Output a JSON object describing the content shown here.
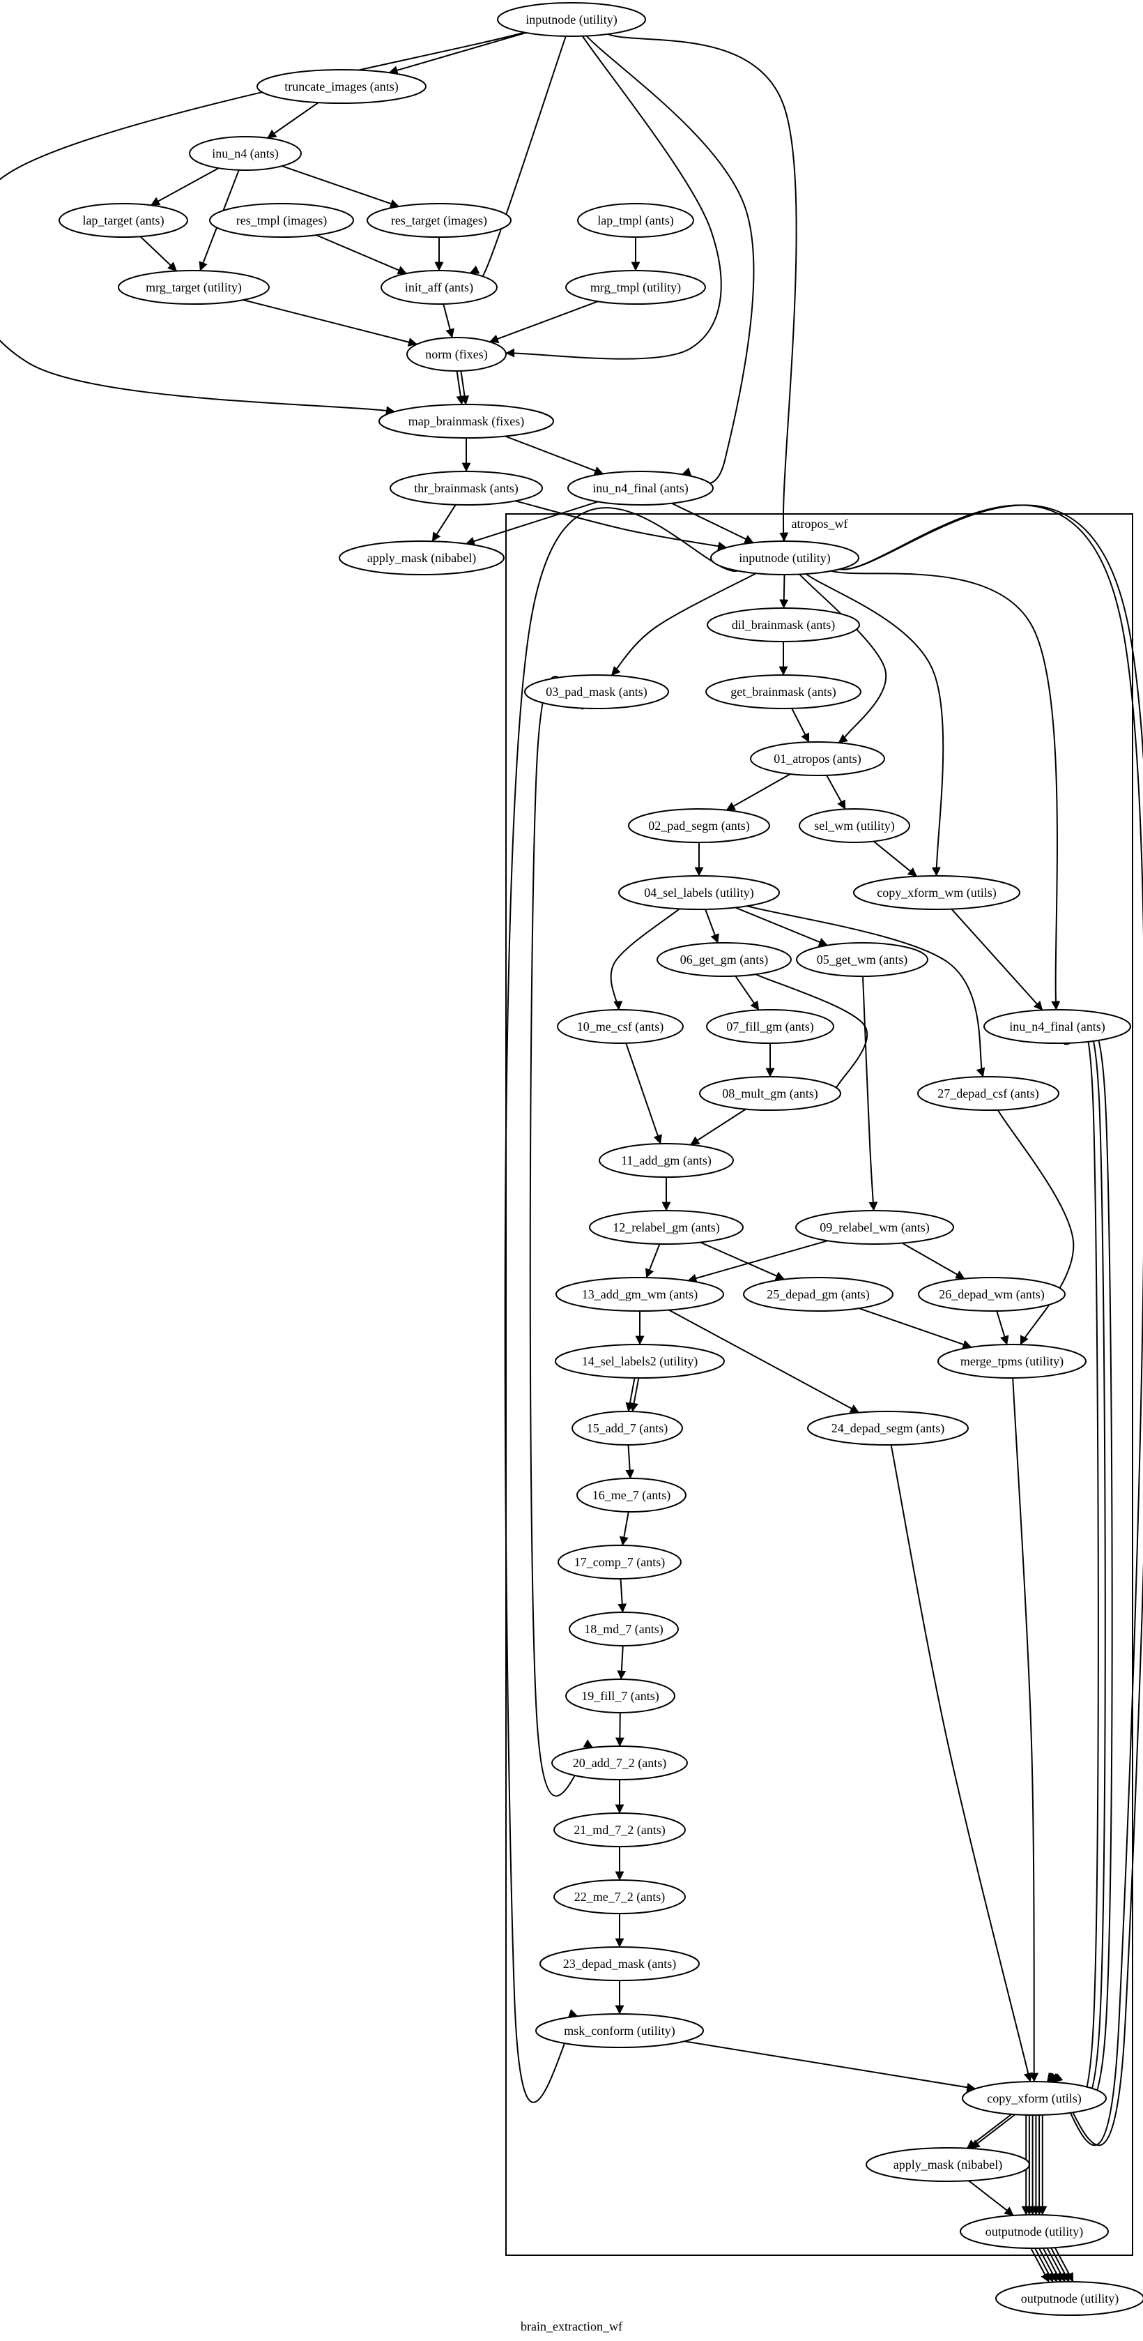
{
  "graph": {
    "label": "brain_extraction_wf",
    "clusters": [
      {
        "id": "atropos_wf",
        "label": "atropos_wf"
      }
    ],
    "nodes": [
      {
        "id": "inputnode",
        "label": "inputnode (utility)"
      },
      {
        "id": "truncate_images",
        "label": "truncate_images (ants)"
      },
      {
        "id": "inu_n4",
        "label": "inu_n4 (ants)"
      },
      {
        "id": "lap_target",
        "label": "lap_target (ants)"
      },
      {
        "id": "res_tmpl",
        "label": "res_tmpl (images)"
      },
      {
        "id": "res_target",
        "label": "res_target (images)"
      },
      {
        "id": "lap_tmpl",
        "label": "lap_tmpl (ants)"
      },
      {
        "id": "mrg_target",
        "label": "mrg_target (utility)"
      },
      {
        "id": "init_aff",
        "label": "init_aff (ants)"
      },
      {
        "id": "mrg_tmpl",
        "label": "mrg_tmpl (utility)"
      },
      {
        "id": "norm",
        "label": "norm (fixes)"
      },
      {
        "id": "map_brainmask",
        "label": "map_brainmask (fixes)"
      },
      {
        "id": "thr_brainmask",
        "label": "thr_brainmask (ants)"
      },
      {
        "id": "inu_n4_final",
        "label": "inu_n4_final (ants)"
      },
      {
        "id": "apply_mask",
        "label": "apply_mask (nibabel)"
      },
      {
        "id": "aw_inputnode",
        "label": "inputnode (utility)"
      },
      {
        "id": "dil_brainmask",
        "label": "dil_brainmask (ants)"
      },
      {
        "id": "pad_mask",
        "label": "03_pad_mask (ants)"
      },
      {
        "id": "get_brainmask",
        "label": "get_brainmask (ants)"
      },
      {
        "id": "atropos",
        "label": "01_atropos (ants)"
      },
      {
        "id": "pad_segm",
        "label": "02_pad_segm (ants)"
      },
      {
        "id": "sel_wm",
        "label": "sel_wm (utility)"
      },
      {
        "id": "sel_labels",
        "label": "04_sel_labels (utility)"
      },
      {
        "id": "copy_xform_wm",
        "label": "copy_xform_wm (utils)"
      },
      {
        "id": "get_gm",
        "label": "06_get_gm (ants)"
      },
      {
        "id": "get_wm",
        "label": "05_get_wm (ants)"
      },
      {
        "id": "me_csf",
        "label": "10_me_csf (ants)"
      },
      {
        "id": "fill_gm",
        "label": "07_fill_gm (ants)"
      },
      {
        "id": "aw_inu_n4_final",
        "label": "inu_n4_final (ants)"
      },
      {
        "id": "mult_gm",
        "label": "08_mult_gm (ants)"
      },
      {
        "id": "depad_csf",
        "label": "27_depad_csf (ants)"
      },
      {
        "id": "add_gm",
        "label": "11_add_gm (ants)"
      },
      {
        "id": "relabel_gm",
        "label": "12_relabel_gm (ants)"
      },
      {
        "id": "relabel_wm",
        "label": "09_relabel_wm (ants)"
      },
      {
        "id": "add_gm_wm",
        "label": "13_add_gm_wm (ants)"
      },
      {
        "id": "depad_gm",
        "label": "25_depad_gm (ants)"
      },
      {
        "id": "depad_wm",
        "label": "26_depad_wm (ants)"
      },
      {
        "id": "sel_labels2",
        "label": "14_sel_labels2 (utility)"
      },
      {
        "id": "merge_tpms",
        "label": "merge_tpms (utility)"
      },
      {
        "id": "add_7",
        "label": "15_add_7 (ants)"
      },
      {
        "id": "depad_segm",
        "label": "24_depad_segm (ants)"
      },
      {
        "id": "me_7",
        "label": "16_me_7 (ants)"
      },
      {
        "id": "comp_7",
        "label": "17_comp_7 (ants)"
      },
      {
        "id": "md_7",
        "label": "18_md_7 (ants)"
      },
      {
        "id": "fill_7",
        "label": "19_fill_7 (ants)"
      },
      {
        "id": "add_7_2",
        "label": "20_add_7_2 (ants)"
      },
      {
        "id": "md_7_2",
        "label": "21_md_7_2 (ants)"
      },
      {
        "id": "me_7_2",
        "label": "22_me_7_2 (ants)"
      },
      {
        "id": "depad_mask",
        "label": "23_depad_mask (ants)"
      },
      {
        "id": "msk_conform",
        "label": "msk_conform (utility)"
      },
      {
        "id": "copy_xform",
        "label": "copy_xform (utils)"
      },
      {
        "id": "aw_apply_mask",
        "label": "apply_mask (nibabel)"
      },
      {
        "id": "aw_outputnode",
        "label": "outputnode (utility)"
      },
      {
        "id": "outputnode",
        "label": "outputnode (utility)"
      }
    ],
    "edges": [
      [
        "inputnode",
        "truncate_images"
      ],
      [
        "inputnode",
        "init_aff"
      ],
      [
        "inputnode",
        "norm"
      ],
      [
        "inputnode",
        "map_brainmask"
      ],
      [
        "inputnode",
        "inu_n4_final"
      ],
      [
        "inputnode",
        "aw_inputnode"
      ],
      [
        "truncate_images",
        "inu_n4"
      ],
      [
        "inu_n4",
        "lap_target"
      ],
      [
        "inu_n4",
        "mrg_target"
      ],
      [
        "inu_n4",
        "res_target"
      ],
      [
        "lap_target",
        "mrg_target"
      ],
      [
        "res_tmpl",
        "init_aff"
      ],
      [
        "res_target",
        "init_aff"
      ],
      [
        "lap_tmpl",
        "mrg_tmpl"
      ],
      [
        "mrg_target",
        "norm"
      ],
      [
        "init_aff",
        "norm"
      ],
      [
        "mrg_tmpl",
        "norm"
      ],
      [
        "norm",
        "map_brainmask"
      ],
      [
        "norm",
        "map_brainmask"
      ],
      [
        "map_brainmask",
        "thr_brainmask"
      ],
      [
        "map_brainmask",
        "inu_n4_final"
      ],
      [
        "thr_brainmask",
        "apply_mask"
      ],
      [
        "thr_brainmask",
        "aw_inputnode"
      ],
      [
        "inu_n4_final",
        "apply_mask"
      ],
      [
        "inu_n4_final",
        "aw_inputnode"
      ],
      [
        "aw_inputnode",
        "dil_brainmask"
      ],
      [
        "aw_inputnode",
        "pad_mask"
      ],
      [
        "aw_inputnode",
        "atropos"
      ],
      [
        "aw_inputnode",
        "copy_xform_wm"
      ],
      [
        "aw_inputnode",
        "aw_inu_n4_final"
      ],
      [
        "aw_inputnode",
        "msk_conform"
      ],
      [
        "aw_inputnode",
        "copy_xform"
      ],
      [
        "aw_inputnode",
        "copy_xform"
      ],
      [
        "dil_brainmask",
        "get_brainmask"
      ],
      [
        "get_brainmask",
        "atropos"
      ],
      [
        "atropos",
        "pad_segm"
      ],
      [
        "atropos",
        "sel_wm"
      ],
      [
        "pad_segm",
        "sel_labels"
      ],
      [
        "sel_wm",
        "copy_xform_wm"
      ],
      [
        "copy_xform_wm",
        "aw_inu_n4_final"
      ],
      [
        "sel_labels",
        "me_csf"
      ],
      [
        "sel_labels",
        "get_gm"
      ],
      [
        "sel_labels",
        "get_wm"
      ],
      [
        "sel_labels",
        "depad_csf"
      ],
      [
        "get_gm",
        "fill_gm"
      ],
      [
        "get_gm",
        "mult_gm"
      ],
      [
        "fill_gm",
        "mult_gm"
      ],
      [
        "get_wm",
        "relabel_wm"
      ],
      [
        "me_csf",
        "add_gm"
      ],
      [
        "mult_gm",
        "add_gm"
      ],
      [
        "add_gm",
        "relabel_gm"
      ],
      [
        "relabel_gm",
        "add_gm_wm"
      ],
      [
        "relabel_gm",
        "depad_gm"
      ],
      [
        "relabel_wm",
        "add_gm_wm"
      ],
      [
        "relabel_wm",
        "depad_wm"
      ],
      [
        "depad_gm",
        "merge_tpms"
      ],
      [
        "depad_wm",
        "merge_tpms"
      ],
      [
        "depad_csf",
        "merge_tpms"
      ],
      [
        "add_gm_wm",
        "sel_labels2"
      ],
      [
        "add_gm_wm",
        "depad_segm"
      ],
      [
        "sel_labels2",
        "add_7"
      ],
      [
        "sel_labels2",
        "add_7"
      ],
      [
        "add_7",
        "me_7"
      ],
      [
        "me_7",
        "comp_7"
      ],
      [
        "comp_7",
        "md_7"
      ],
      [
        "md_7",
        "fill_7"
      ],
      [
        "fill_7",
        "add_7_2"
      ],
      [
        "pad_mask",
        "add_7_2"
      ],
      [
        "add_7_2",
        "md_7_2"
      ],
      [
        "md_7_2",
        "me_7_2"
      ],
      [
        "me_7_2",
        "depad_mask"
      ],
      [
        "depad_mask",
        "msk_conform"
      ],
      [
        "msk_conform",
        "copy_xform"
      ],
      [
        "depad_segm",
        "copy_xform"
      ],
      [
        "merge_tpms",
        "copy_xform"
      ],
      [
        "aw_inu_n4_final",
        "copy_xform"
      ],
      [
        "aw_inu_n4_final",
        "copy_xform"
      ],
      [
        "aw_inu_n4_final",
        "copy_xform"
      ],
      [
        "copy_xform",
        "aw_apply_mask"
      ],
      [
        "copy_xform",
        "aw_apply_mask"
      ],
      [
        "copy_xform",
        "aw_outputnode"
      ],
      [
        "copy_xform",
        "aw_outputnode"
      ],
      [
        "copy_xform",
        "aw_outputnode"
      ],
      [
        "copy_xform",
        "aw_outputnode"
      ],
      [
        "copy_xform",
        "aw_outputnode"
      ],
      [
        "copy_xform",
        "aw_outputnode"
      ],
      [
        "aw_apply_mask",
        "aw_outputnode"
      ],
      [
        "aw_outputnode",
        "outputnode"
      ],
      [
        "aw_outputnode",
        "outputnode"
      ],
      [
        "aw_outputnode",
        "outputnode"
      ],
      [
        "aw_outputnode",
        "outputnode"
      ],
      [
        "aw_outputnode",
        "outputnode"
      ],
      [
        "aw_outputnode",
        "outputnode"
      ],
      [
        "aw_outputnode",
        "outputnode"
      ]
    ]
  }
}
